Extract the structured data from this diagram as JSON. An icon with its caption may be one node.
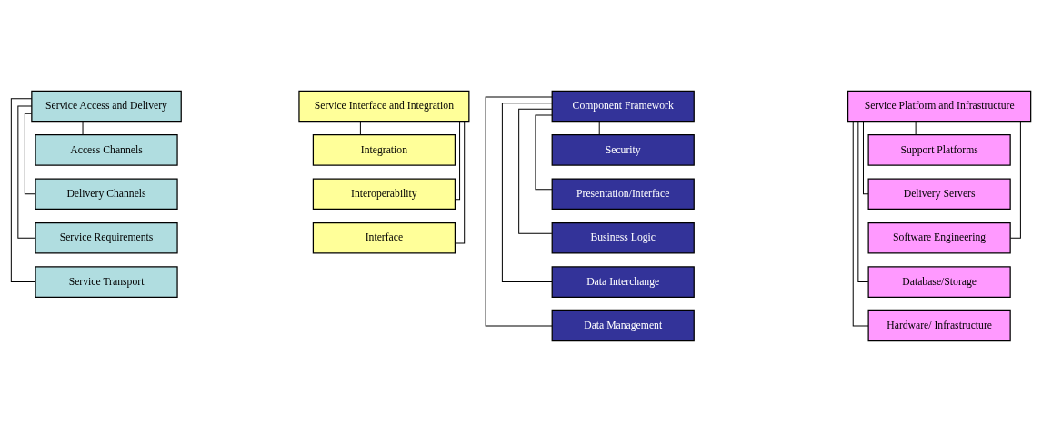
{
  "diagram": {
    "nodes": [
      {
        "text": [
          "Service Access and Delivery"
        ]
      },
      {
        "text": [
          "Access Channels"
        ]
      },
      {
        "text": [
          "Delivery Channels"
        ]
      },
      {
        "text": [
          "Service Requirements"
        ]
      },
      {
        "text": [
          "Service Transport"
        ]
      },
      {
        "text": [
          "Service Interface and Integration"
        ]
      },
      {
        "text": [
          "Integration"
        ]
      },
      {
        "text": [
          "Interoperability"
        ]
      },
      {
        "text": [
          "Interface"
        ]
      },
      {
        "text": [
          "Component Framework"
        ]
      },
      {
        "text": [
          "Security"
        ]
      },
      {
        "text": [
          "Presentation/Interface"
        ]
      },
      {
        "text": [
          "Business Logic"
        ]
      },
      {
        "text": [
          "Data Interchange"
        ]
      },
      {
        "text": [
          "Data Management"
        ]
      },
      {
        "text": [
          "Service Platform and Infrastructure"
        ]
      },
      {
        "text": [
          "Support Platforms"
        ]
      },
      {
        "text": [
          "Delivery Servers"
        ]
      },
      {
        "text": [
          "Software Engineering"
        ]
      },
      {
        "text": [
          "Database/Storage"
        ]
      },
      {
        "text": [
          "Hardware/ Infrastructure"
        ]
      }
    ],
    "edges": [
      {
        "from": 0,
        "to": 1,
        "arrow": "none"
      },
      {
        "from": 0,
        "to": 2,
        "arrow": "none"
      },
      {
        "from": 0,
        "to": 3,
        "arrow": "none"
      },
      {
        "from": 0,
        "to": 4,
        "arrow": "none"
      },
      {
        "from": 5,
        "to": 6,
        "arrow": "none"
      },
      {
        "from": 5,
        "to": 7,
        "arrow": "none"
      },
      {
        "from": 5,
        "to": 8,
        "arrow": "none"
      },
      {
        "from": 9,
        "to": 10,
        "arrow": "none"
      },
      {
        "from": 9,
        "to": 11,
        "arrow": "none"
      },
      {
        "from": 9,
        "to": 12,
        "arrow": "none"
      },
      {
        "from": 9,
        "to": 13,
        "arrow": "none"
      },
      {
        "from": 9,
        "to": 14,
        "arrow": "none"
      },
      {
        "from": 15,
        "to": 16,
        "arrow": "none"
      },
      {
        "from": 15,
        "to": 17,
        "arrow": "none"
      },
      {
        "from": 15,
        "to": 18,
        "arrow": "none"
      },
      {
        "from": 15,
        "to": 19,
        "arrow": "none"
      },
      {
        "from": 15,
        "to": 20,
        "arrow": "none"
      }
    ]
  }
}
